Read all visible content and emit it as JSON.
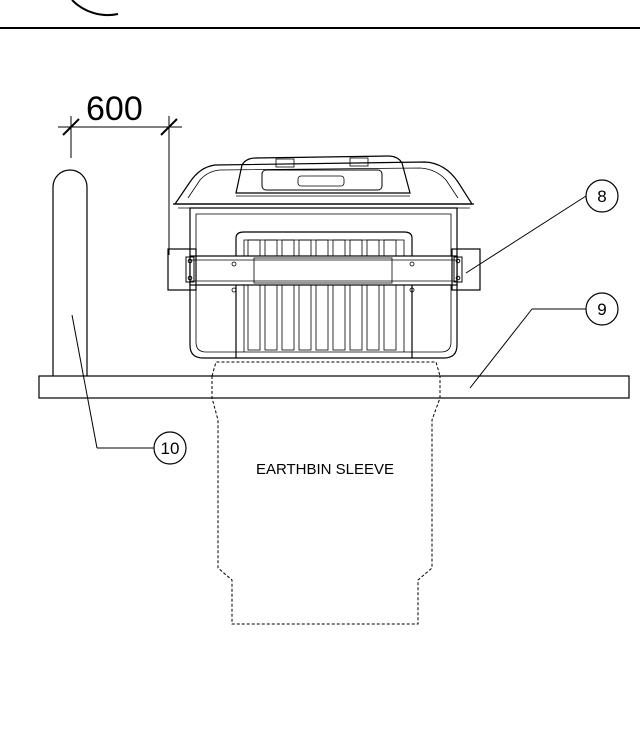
{
  "dimension": {
    "value": "600"
  },
  "callouts": [
    {
      "id": "8",
      "label": "8"
    },
    {
      "id": "9",
      "label": "9"
    },
    {
      "id": "10",
      "label": "10"
    }
  ],
  "sleeve_label": "EARTHBIN SLEEVE",
  "colors": {
    "line": "#000000",
    "background": "#ffffff"
  }
}
